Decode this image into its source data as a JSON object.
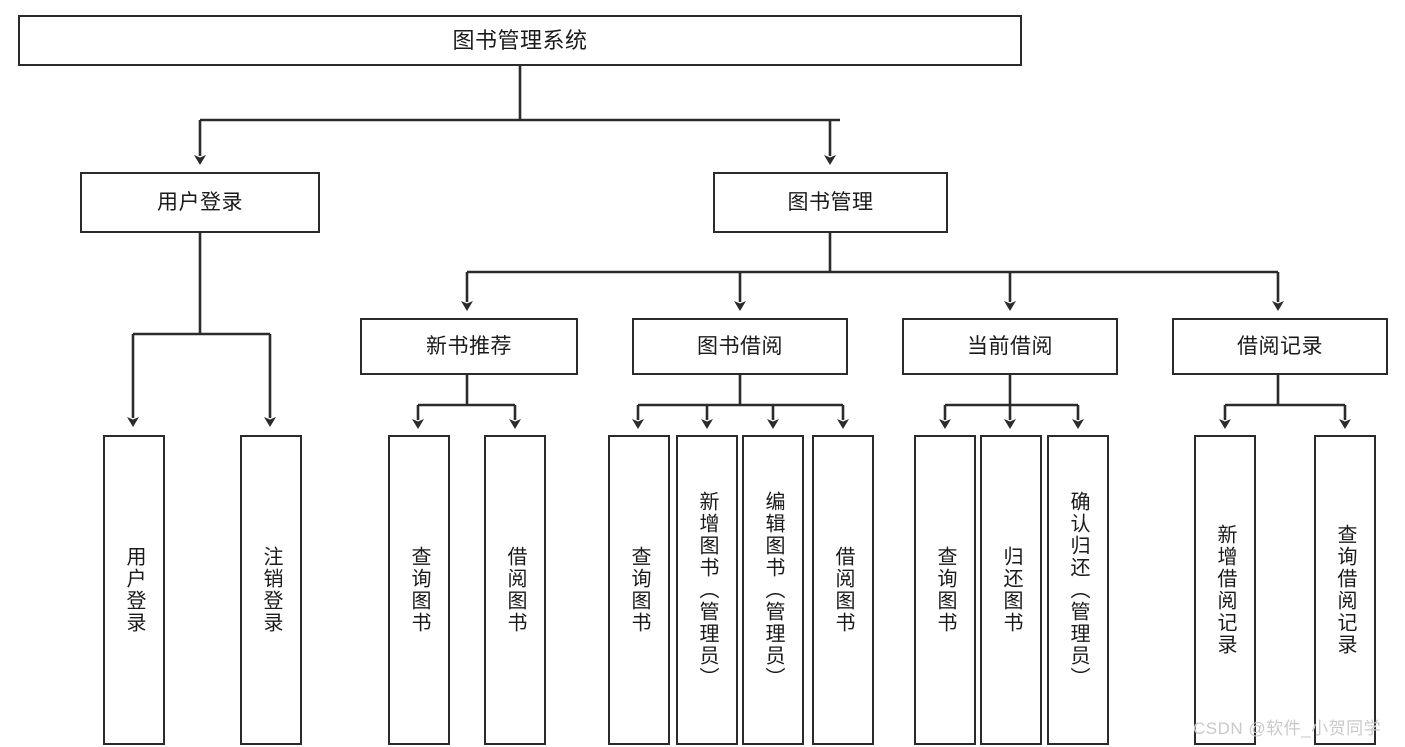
{
  "diagram": {
    "title": "图书管理系统",
    "type": "tree",
    "stroke_color": "#2b2b2b",
    "background_color": "#ffffff",
    "root": {
      "label": "图书管理系统"
    },
    "level2": [
      {
        "label": "用户登录"
      },
      {
        "label": "图书管理"
      }
    ],
    "level3": [
      {
        "label": "新书推荐"
      },
      {
        "label": "图书借阅"
      },
      {
        "label": "当前借阅"
      },
      {
        "label": "借阅记录"
      }
    ],
    "leaves": {
      "user_login": [
        {
          "label": "用户登录"
        },
        {
          "label": "注销登录"
        }
      ],
      "new_book_recommend": [
        {
          "label": "查询图书"
        },
        {
          "label": "借阅图书"
        }
      ],
      "book_borrow": [
        {
          "label": "查询图书"
        },
        {
          "label": "新增图书（管理员）"
        },
        {
          "label": "编辑图书（管理员）"
        },
        {
          "label": "借阅图书"
        }
      ],
      "current_borrow": [
        {
          "label": "查询图书"
        },
        {
          "label": "归还图书"
        },
        {
          "label": "确认归还（管理员）"
        }
      ],
      "borrow_record": [
        {
          "label": "新增借阅记录"
        },
        {
          "label": "查询借阅记录"
        }
      ]
    }
  },
  "watermark": {
    "text": "CSDN @软件_小贺同学"
  }
}
